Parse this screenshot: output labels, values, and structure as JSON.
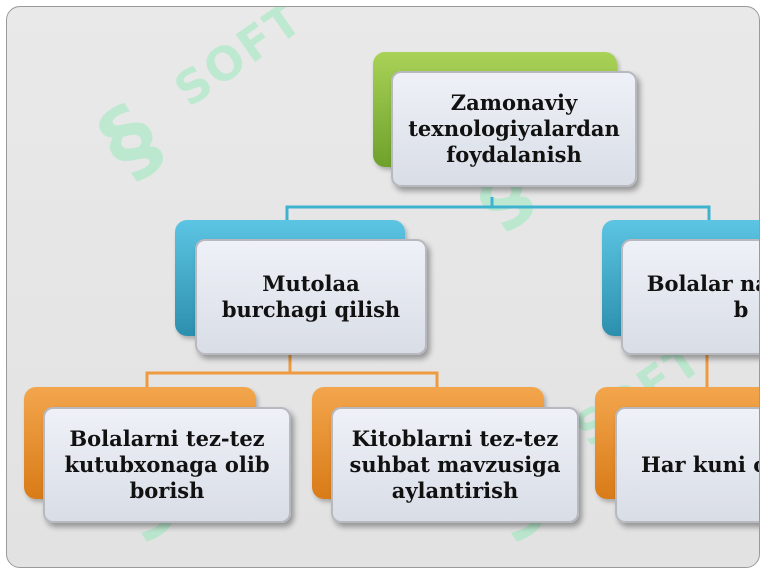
{
  "diagram": {
    "root": {
      "text": "Zamonaviy texnologiyalardan foydalanish"
    },
    "level2": [
      {
        "text": "Mutolaa burchagi qilish"
      },
      {
        "text": "Bolalar namuna b"
      }
    ],
    "level3": [
      {
        "text": "Bolalarni tez-tez kutubxonaga olib borish"
      },
      {
        "text": "Kitoblarni tez-tez suhbat mavzusiga aylantirish"
      },
      {
        "text": "Har kuni o‘qib be"
      }
    ],
    "colors": {
      "root_accent": "#8cc043",
      "level2_accent": "#3ea9c9",
      "level3_accent": "#ec8f2c",
      "box_fill": "#e3e6ee",
      "connector_root": "#3fb2d0",
      "connector_level2": "#ee9a40"
    }
  },
  "watermark": {
    "text": "SOFT"
  }
}
